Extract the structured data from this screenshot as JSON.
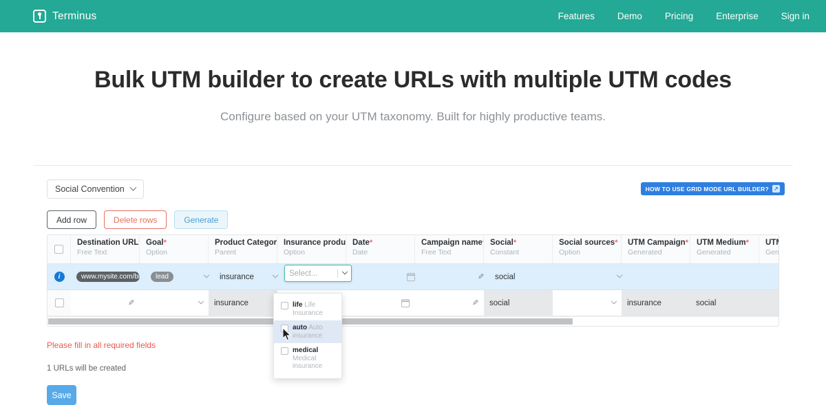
{
  "nav": {
    "brand": "Terminus",
    "logo_icon": "terminus-logo-icon",
    "links": [
      {
        "label": "Features"
      },
      {
        "label": "Demo"
      },
      {
        "label": "Pricing"
      },
      {
        "label": "Enterprise"
      },
      {
        "label": "Sign in"
      }
    ]
  },
  "hero": {
    "title": "Bulk UTM builder to create URLs with multiple UTM codes",
    "subtitle": "Configure based on your UTM taxonomy. Built for highly productive teams."
  },
  "toolbar": {
    "convention_value": "Social Convention",
    "add_row_label": "Add row",
    "delete_rows_label": "Delete rows",
    "generate_label": "Generate",
    "howto_label": "HOW TO USE GRID MODE URL BUILDER?",
    "howto_icon": "external-link-icon"
  },
  "grid": {
    "columns": [
      {
        "title": "Destination URL",
        "required": true,
        "subtitle": "Free Text"
      },
      {
        "title": "Goal",
        "required": true,
        "subtitle": "Option"
      },
      {
        "title": "Product Category",
        "required": true,
        "subtitle": "Parent"
      },
      {
        "title": "Insurance products",
        "required": false,
        "subtitle": "Option"
      },
      {
        "title": "Date",
        "required": true,
        "subtitle": "Date"
      },
      {
        "title": "Campaign name",
        "required": true,
        "subtitle": "Free Text"
      },
      {
        "title": "Social",
        "required": true,
        "subtitle": "Constant"
      },
      {
        "title": "Social sources",
        "required": true,
        "subtitle": "Option"
      },
      {
        "title": "UTM Campaign",
        "required": true,
        "subtitle": "Generated"
      },
      {
        "title": "UTM Medium",
        "required": true,
        "subtitle": "Generated"
      },
      {
        "title": "UTM Sou",
        "required": false,
        "subtitle": "Generated"
      }
    ],
    "row1": {
      "destination_url": "www.mysite.com/blog/",
      "goal": "lead",
      "product_category": "insurance",
      "insurance_products_placeholder": "Select...",
      "date": "",
      "campaign_name": "",
      "social": "social",
      "social_sources": "",
      "utm_campaign": "",
      "utm_medium": "",
      "utm_source": ""
    },
    "row2": {
      "destination_url": "",
      "goal": "",
      "product_category": "insurance",
      "insurance_products": "",
      "date": "",
      "campaign_name": "",
      "social": "social",
      "social_sources": "",
      "utm_campaign": "insurance",
      "utm_medium": "social",
      "utm_source": ""
    }
  },
  "dropdown": {
    "options": [
      {
        "code": "life",
        "label": "Life Insurance",
        "highlighted": false
      },
      {
        "code": "auto",
        "label": "Auto insurance",
        "highlighted": true
      },
      {
        "code": "medical",
        "label": "Medical insurance",
        "highlighted": false
      }
    ]
  },
  "footer": {
    "error": "Please fill in all required fields",
    "count": "1 URLs will be created",
    "save_label": "Save"
  }
}
